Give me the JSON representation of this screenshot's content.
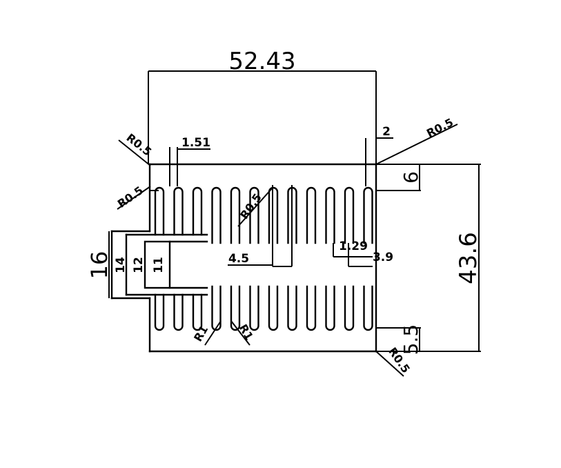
{
  "drawing": {
    "line_color": "#000000",
    "background": "#ffffff",
    "dimensions": {
      "overall_width": "52.43",
      "overall_height": "43.6",
      "slot_outer_height": "16",
      "slot_height_14": "14",
      "slot_height_12": "12",
      "slot_height_11": "11",
      "fin_thickness": "1.51",
      "right_wall": "2",
      "top_right_step": "6",
      "bottom_right_step": "5.5",
      "center_gap": "4.5",
      "fin_pitch_small": "1.29",
      "right_offset": "3.9",
      "radius_top_left": "R0.5",
      "radius_left": "R0.5",
      "radius_top_right": "R0.5",
      "radius_bottom_right": "R0.5",
      "radius_center": "R0.5",
      "radius_r1_left": "R1",
      "radius_r1_right": "R1"
    }
  }
}
